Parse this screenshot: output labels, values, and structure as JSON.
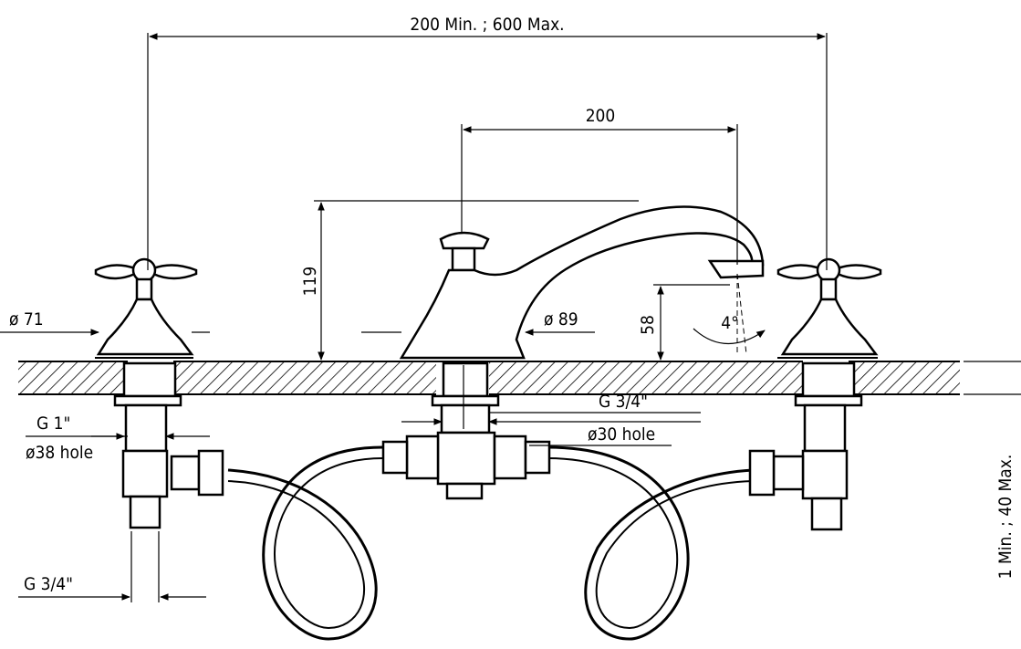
{
  "dimensions": {
    "overall_width": "200 Min. ; 600 Max.",
    "spout_reach": "200",
    "spout_height": "119",
    "outlet_height": "58",
    "angle": "4°",
    "handle_base_diameter": "ø 71",
    "spout_base_diameter": "ø 89",
    "spout_thread": "G 3/4\"",
    "spout_hole": "ø30 hole",
    "valve_thread": "G 1\"",
    "valve_hole": "ø38 hole",
    "outlet_thread": "G 3/4\"",
    "deck_thickness": "1 Min. ; 40 Max."
  }
}
